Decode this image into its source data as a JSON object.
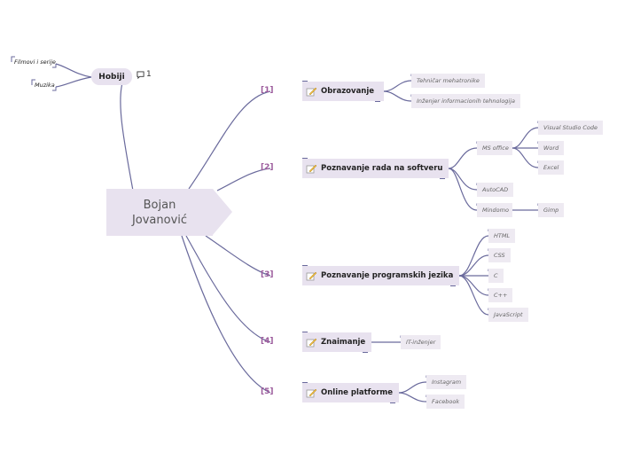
{
  "root": {
    "line1": "Bojan",
    "line2": "Jovanović"
  },
  "hobiji": {
    "label": "Hobiji",
    "comment_count": "1",
    "items": [
      "Filmovi i serije",
      "Muzika"
    ]
  },
  "branches": [
    {
      "num": "1",
      "label": "Obrazovanje",
      "children": [
        {
          "label": "Tehničar mehatronike"
        },
        {
          "label": "Inženjer informacionih tehnologija"
        }
      ]
    },
    {
      "num": "2",
      "label": "Poznavanje rada na softveru",
      "children": [
        {
          "label": "MS office",
          "children": [
            "Visual Studio Code",
            "Word",
            "Excel"
          ]
        },
        {
          "label": "AutoCAD"
        },
        {
          "label": "Mindomo",
          "children": [
            "Gimp"
          ]
        }
      ]
    },
    {
      "num": "3",
      "label": "Poznavanje programskih jezika",
      "children": [
        {
          "label": "HTML"
        },
        {
          "label": "CSS"
        },
        {
          "label": "C"
        },
        {
          "label": "C++"
        },
        {
          "label": "JavaScript"
        }
      ]
    },
    {
      "num": "4",
      "label": "Znaimanje",
      "children": [
        {
          "label": "IT-inženjer"
        }
      ]
    },
    {
      "num": "5",
      "label": "Online platforme",
      "children": [
        {
          "label": "Instagram"
        },
        {
          "label": "Facebook"
        }
      ]
    }
  ],
  "colors": {
    "line": "#6a6a9c",
    "node": "#e8e2ef",
    "leaf": "#eeeaf2",
    "number": "#9b5a9b"
  }
}
